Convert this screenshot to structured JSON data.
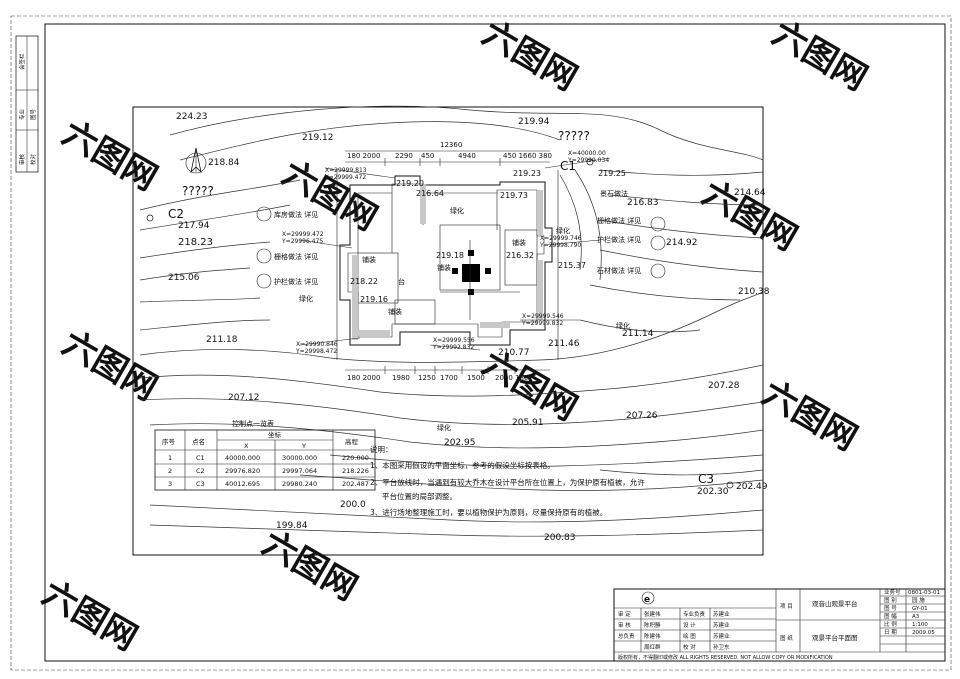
{
  "elevations": [
    "224.23",
    "219.12",
    "218.84",
    "219.94",
    "217.94",
    "218.23",
    "216.83",
    "214.64",
    "214.92",
    "215.06",
    "210.38",
    "211.18",
    "211.14",
    "211.46",
    "210.77",
    "207.12",
    "207.28",
    "207.26",
    "205.91",
    "202.95",
    "202.30",
    "202.49",
    "200.0",
    "199.84",
    "200.83",
    "219.20",
    "216.64",
    "219.73",
    "219.23",
    "219.25",
    "215.37",
    "219.18",
    "218.22",
    "216.32",
    "219.16"
  ],
  "top_dims": [
    "12360",
    "180 2000",
    "2290",
    "450",
    "4940",
    "450 1660 380"
  ],
  "bottom_dims": [
    "180 2000",
    "1980",
    "1250",
    "1700",
    "1500",
    "2000 180"
  ],
  "control_points": [
    "C1",
    "C2",
    "C3"
  ],
  "question_marks": [
    "?????",
    "?????",
    "?????"
  ],
  "coords": [
    "X=29999.813",
    "Y=29999.472",
    "X=40000.00",
    "Y=29999.034",
    "X=29999.472",
    "Y=29996.475",
    "X=29999.746",
    "Y=29998.790",
    "X=29999.546",
    "Y=29999.832",
    "X=29990.846",
    "Y=29998.472",
    "X=29999.556",
    "Y=29992.832"
  ],
  "callouts": [
    "库房做法 详见",
    "栅格做法 详见",
    "护栏做法 详见",
    "景石做法",
    "栅格做法 详见",
    "护栏做法 详见",
    "石材做法 详见"
  ],
  "area_labels": [
    "绿化",
    "铺装",
    "铺装",
    "绿化",
    "绿化",
    "铺装",
    "铺装",
    "绿化",
    "绿化",
    "台"
  ],
  "table": {
    "title": "控制点一览表",
    "headers": [
      "序号",
      "点名",
      "坐标",
      "高程"
    ],
    "subheaders": [
      "X",
      "Y"
    ],
    "rows": [
      [
        "1",
        "C1",
        "40000.000",
        "30000.000",
        "220.000"
      ],
      [
        "2",
        "C2",
        "29976.820",
        "29997.064",
        "218.226"
      ],
      [
        "3",
        "C3",
        "40012.695",
        "29980.240",
        "202.487"
      ]
    ]
  },
  "notes": {
    "title": "说明：",
    "lines": [
      "1、本图采用假设的平面坐标，参考的假设坐标按表格。",
      "2、平台放线时，当遇到有较大乔木在设计平台所在位置上，为保护原有植被，允许",
      "平台位置的局部调整。",
      "3、进行场地整理施工时，要以植物保护为原则，尽量保持原有的植被。"
    ]
  },
  "title_block": {
    "logo": "e",
    "rows": [
      [
        "审 定",
        "张建伟",
        "专业负责",
        "苏建业"
      ],
      [
        "审 核",
        "陈积勝",
        "设 计",
        "苏建业"
      ],
      [
        "总负责",
        "陈建伟",
        "绘 图",
        "苏建业"
      ],
      [
        "",
        "周红群",
        "校 对",
        "孙卫东"
      ]
    ],
    "project_label": "项 目",
    "project": "观音山观景平台",
    "drawing_label": "图 纸",
    "drawing": "观景平台平面图",
    "right": [
      [
        "业务号",
        "0801-03-01"
      ],
      [
        "图 别",
        "园 施"
      ],
      [
        "图 号",
        "GY-01"
      ],
      [
        "图 幅",
        "A3"
      ],
      [
        "比 例",
        "1:100"
      ],
      [
        "日 期",
        "2009.05"
      ]
    ],
    "footer": "版权所有，不得翻印或修改  ALL RIGHTS RESERVED. NOT ALLOW COPY OR MODIFICATION"
  },
  "side_stamp": [
    "会签栏",
    "专业",
    "图号",
    "审核",
    "校对"
  ],
  "watermark": "六图网"
}
